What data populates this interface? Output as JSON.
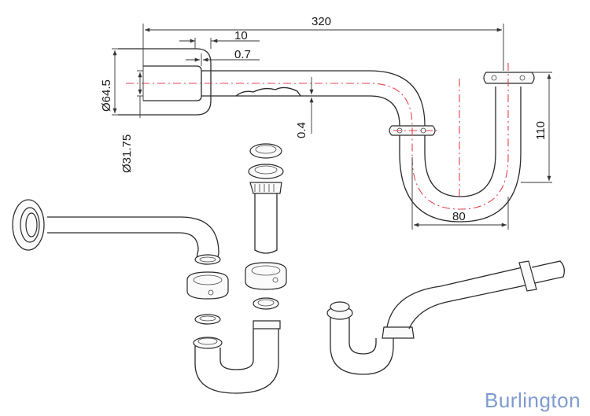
{
  "dimensions": {
    "overall_length": "320",
    "wall_thickness": "10",
    "gap": "0.7",
    "outer_diameter": "Ø64.5",
    "pipe_diameter": "Ø31.75",
    "offset": "0.4",
    "height": "110",
    "trap_width": "80"
  },
  "brand": {
    "name": "Burlington"
  },
  "colors": {
    "centerline": "#e0454f",
    "brand": "#7f9bd0",
    "outline": "#2a2a2a"
  }
}
